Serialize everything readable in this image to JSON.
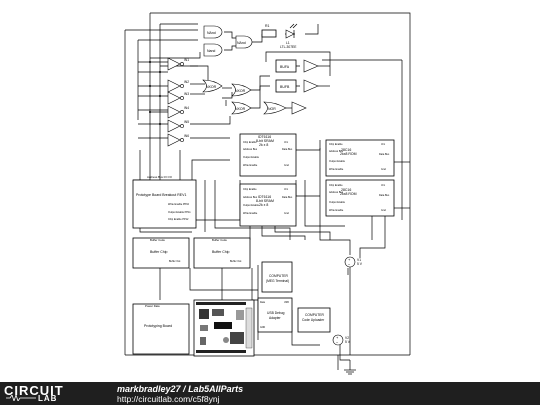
{
  "schematic": {
    "gates": {
      "gate_a": "NAnd",
      "gate_b": "Nand",
      "gate_c": "NAnd",
      "gate_d": "NXOR",
      "gate_e": "NXOR",
      "gate_f": "NXOR",
      "gate_g": "NOR"
    },
    "buffers": [
      "BUFA",
      "BUFB"
    ],
    "resistor": "R1",
    "led": {
      "name": "L1",
      "model": "LTL-307EE"
    },
    "inverter_labels": [
      "IN1",
      "IN2",
      "IN3",
      "IN4",
      "IN5",
      "IN6"
    ],
    "sram_top": {
      "line1": "IDT6116",
      "line2": "8-bit SRAM",
      "line3": "2k x 8"
    },
    "sram_bottom": {
      "line1": "IDT6116",
      "line2": "8-bit SRAM",
      "line3": "2k x 8"
    },
    "eeprom_top": {
      "line1": "28C16",
      "line2": "2kx8 ROM"
    },
    "eeprom_bottom": {
      "line1": "28C16",
      "line2": "2kx8 ROM"
    },
    "proto_breakout": {
      "title": "Prototype Board Breakout REV1",
      "pins": "Address  Bus  I/O  I/O"
    },
    "buffer_chip_left": {
      "title": "Buffer Chip",
      "pin": "Buffer Code"
    },
    "buffer_chip_right": {
      "title": "Buffer Chip",
      "pin": "Buffer Code"
    },
    "computer_terminal": {
      "line1": "COMPUTER",
      "line2": "(MEG Terminal)"
    },
    "usb_debug": {
      "line1": "USB Debug",
      "line2": "Adapter"
    },
    "computer_code": {
      "line1": "COMPUTER",
      "line2": "Code Uploader"
    },
    "prototyping_board": {
      "title": "Prototyping Board",
      "pins": "Power  Data"
    },
    "voltage_sources": [
      {
        "name": "V1",
        "value": "5 V"
      },
      {
        "name": "V2",
        "value": "5 V"
      }
    ]
  },
  "footer": {
    "logo_top": "CIRCUIT",
    "logo_bottom": "LAB",
    "author": "markbradley27",
    "separator": " / ",
    "project": "Lab5AllParts",
    "url": "http://circuitlab.com/c5f8ynj"
  },
  "colors": {
    "footer_bg": "#1f1f1f",
    "wire": "#000000",
    "background": "#ffffff"
  }
}
